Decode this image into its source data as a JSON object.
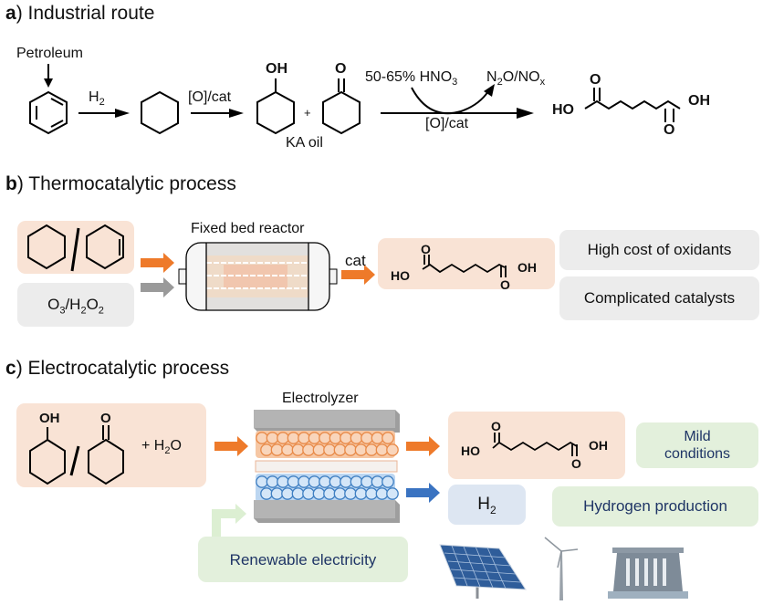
{
  "section_a": {
    "letter": "a",
    "title": ") Industrial route",
    "petroleum": "Petroleum",
    "step1_reagent": "H",
    "step1_sub": "2",
    "step2_reagent": "[O]/cat",
    "oh_label": "OH",
    "o_label": "O",
    "plus": "+",
    "ka_oil": "KA oil",
    "hno3_label": "50-65% HNO",
    "hno3_sub": "3",
    "byproduct_n": "N",
    "byproduct_n_sub": "2",
    "byproduct_rest": "O/NO",
    "byproduct_x_sub": "x",
    "step3_reagent": "[O]/cat",
    "product_ho": "HO",
    "product_oh": "OH",
    "product_o": "O"
  },
  "section_b": {
    "letter": "b",
    "title": ") Thermocatalytic process",
    "oxidant_o": "O",
    "oxidant_s1": "3",
    "oxidant_h": "/H",
    "oxidant_s2": "2",
    "oxidant_o2": "O",
    "oxidant_s3": "2",
    "reactor_label": "Fixed bed reactor",
    "cat_label": "cat",
    "product_ho": "HO",
    "product_oh": "OH",
    "product_o": "O",
    "drawbacks": [
      "High cost of oxidants",
      "Complicated catalysts"
    ]
  },
  "section_c": {
    "letter": "c",
    "title": ") Electrocatalytic process",
    "oh_label": "OH",
    "o_label": "O",
    "water_plus": "+ H",
    "water_sub": "2",
    "water_o": "O",
    "electrolyzer_label": "Electrolyzer",
    "product_ho": "HO",
    "product_oh": "OH",
    "product_o": "O",
    "h2_label": "H",
    "h2_sub": "2",
    "advantages": [
      "Mild",
      "conditions",
      "Hydrogen production"
    ],
    "electricity_label": "Renewable electricity",
    "energy_sources": [
      "solar-panel",
      "wind-turbine",
      "hydro-dam"
    ]
  },
  "colors": {
    "orange_arrow": "#ee7a2a",
    "grey_arrow": "#9a9a9a",
    "blue_arrow": "#3a73c1",
    "green_arrow": "#dcefd2",
    "peach_box": "#f9e3d5",
    "grey_box": "#ececec",
    "green_box": "#e3f0dc",
    "blue_box": "#dde6f2",
    "navy_text": "#1f3566"
  }
}
